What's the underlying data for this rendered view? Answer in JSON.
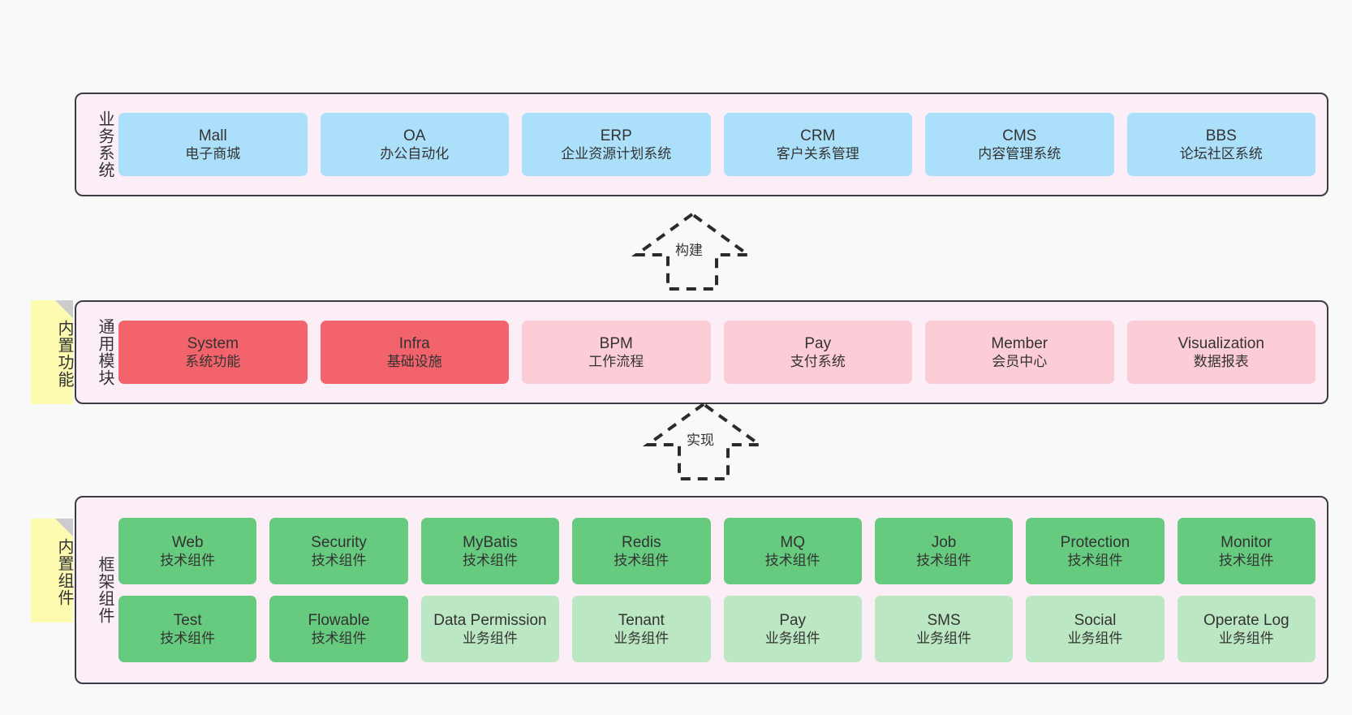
{
  "diagram": {
    "title": "",
    "background_color": "#f9f9f9",
    "layer_fill": "#fbeef7",
    "layer_border": "#3c3c44",
    "colors": {
      "blue": "#ace0fa",
      "red": "#f2636b",
      "pink": "#fccdd6",
      "green": "#66ca7f",
      "light_green": "#bbe8c3",
      "sticky_yellow": "#fdfbb0",
      "sticky_fold": "#ccccce"
    }
  },
  "layers": {
    "business": {
      "label": "业务系统",
      "cards": [
        {
          "en": "Mall",
          "cn": "电子商城"
        },
        {
          "en": "OA",
          "cn": "办公自动化"
        },
        {
          "en": "ERP",
          "cn": "企业资源计划系统"
        },
        {
          "en": "CRM",
          "cn": "客户关系管理"
        },
        {
          "en": "CMS",
          "cn": "内容管理系统"
        },
        {
          "en": "BBS",
          "cn": "论坛社区系统"
        }
      ]
    },
    "modules": {
      "label": "通用模块",
      "sticky": "内置功能",
      "cards": [
        {
          "en": "System",
          "cn": "系统功能",
          "tone": "red"
        },
        {
          "en": "Infra",
          "cn": "基础设施",
          "tone": "red"
        },
        {
          "en": "BPM",
          "cn": "工作流程",
          "tone": "pink"
        },
        {
          "en": "Pay",
          "cn": "支付系统",
          "tone": "pink"
        },
        {
          "en": "Member",
          "cn": "会员中心",
          "tone": "pink"
        },
        {
          "en": "Visualization",
          "cn": "数据报表",
          "tone": "pink"
        }
      ]
    },
    "framework": {
      "label": "框架组件",
      "sticky": "内置组件",
      "row1": [
        {
          "en": "Web",
          "cn": "技术组件"
        },
        {
          "en": "Security",
          "cn": "技术组件"
        },
        {
          "en": "MyBatis",
          "cn": "技术组件"
        },
        {
          "en": "Redis",
          "cn": "技术组件"
        },
        {
          "en": "MQ",
          "cn": "技术组件"
        },
        {
          "en": "Job",
          "cn": "技术组件"
        },
        {
          "en": "Protection",
          "cn": "技术组件"
        },
        {
          "en": "Monitor",
          "cn": "技术组件"
        }
      ],
      "row2": [
        {
          "en": "Test",
          "cn": "技术组件",
          "tone": "green"
        },
        {
          "en": "Flowable",
          "cn": "技术组件",
          "tone": "green"
        },
        {
          "en": "Data Permission",
          "cn": "业务组件",
          "tone": "light_green"
        },
        {
          "en": "Tenant",
          "cn": "业务组件",
          "tone": "light_green"
        },
        {
          "en": "Pay",
          "cn": "业务组件",
          "tone": "light_green"
        },
        {
          "en": "SMS",
          "cn": "业务组件",
          "tone": "light_green"
        },
        {
          "en": "Social",
          "cn": "业务组件",
          "tone": "light_green"
        },
        {
          "en": "Operate Log",
          "cn": "业务组件",
          "tone": "light_green"
        }
      ]
    }
  },
  "connectors": [
    {
      "name": "build",
      "label": "构建",
      "style": "dashed-hollow-triangle"
    },
    {
      "name": "realize",
      "label": "实现",
      "style": "dashed-hollow-triangle"
    }
  ]
}
